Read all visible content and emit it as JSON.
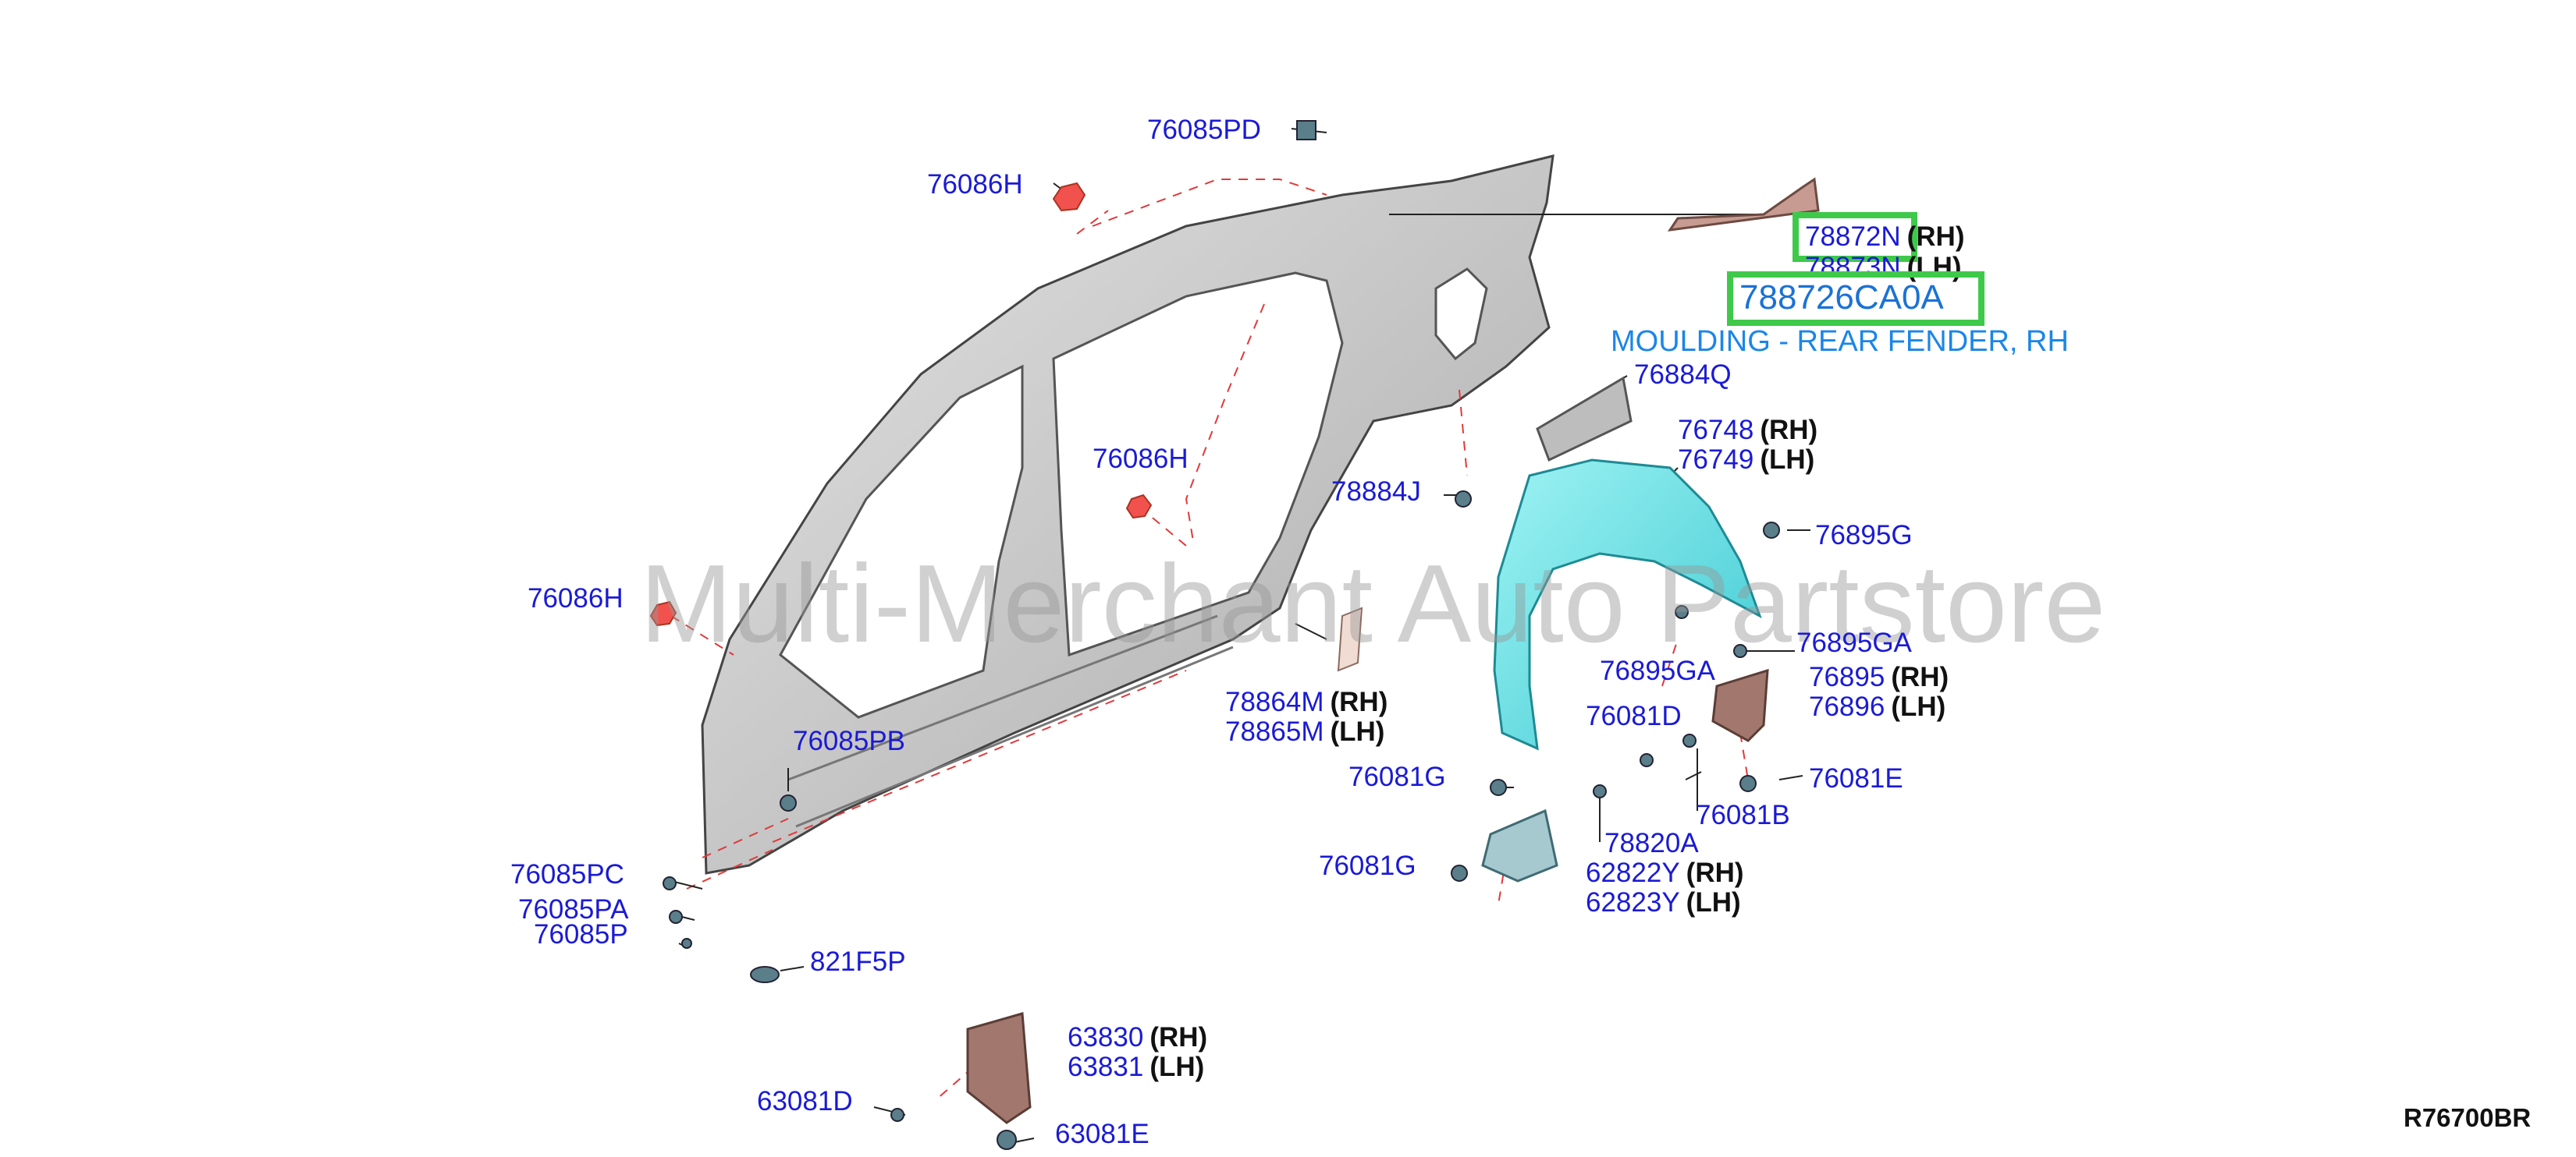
{
  "watermark": "Multi-Merchant Auto Partstore",
  "diagram_code": "R76700BR",
  "highlight": {
    "part": "78872N",
    "part_side": "(RH)",
    "oem_number": "788726CA0A",
    "description": "MOULDING - REAR FENDER, RH"
  },
  "labels": [
    {
      "part": "76085PD",
      "side": ""
    },
    {
      "part": "76086H",
      "side": ""
    },
    {
      "part": "78873N",
      "side": "(LH)"
    },
    {
      "part": "76884Q",
      "side": ""
    },
    {
      "part": "76748",
      "side": "(RH)"
    },
    {
      "part": "76749",
      "side": "(LH)"
    },
    {
      "part": "76086H",
      "side": ""
    },
    {
      "part": "78884J",
      "side": ""
    },
    {
      "part": "76895G",
      "side": ""
    },
    {
      "part": "76086H",
      "side": ""
    },
    {
      "part": "76895GA",
      "side": ""
    },
    {
      "part": "76895GA",
      "side": ""
    },
    {
      "part": "76895",
      "side": "(RH)"
    },
    {
      "part": "76896",
      "side": "(LH)"
    },
    {
      "part": "78864M",
      "side": "(RH)"
    },
    {
      "part": "78865M",
      "side": "(LH)"
    },
    {
      "part": "76081D",
      "side": ""
    },
    {
      "part": "76085PB",
      "side": ""
    },
    {
      "part": "76081G",
      "side": ""
    },
    {
      "part": "76081E",
      "side": ""
    },
    {
      "part": "76081B",
      "side": ""
    },
    {
      "part": "78820A",
      "side": ""
    },
    {
      "part": "76085PC",
      "side": ""
    },
    {
      "part": "76081G",
      "side": ""
    },
    {
      "part": "62822Y",
      "side": "(RH)"
    },
    {
      "part": "62823Y",
      "side": "(LH)"
    },
    {
      "part": "76085PA",
      "side": ""
    },
    {
      "part": "76085P",
      "side": ""
    },
    {
      "part": "821F5P",
      "side": ""
    },
    {
      "part": "63830",
      "side": "(RH)"
    },
    {
      "part": "63831",
      "side": "(LH)"
    },
    {
      "part": "63081D",
      "side": ""
    },
    {
      "part": "63081E",
      "side": ""
    }
  ]
}
